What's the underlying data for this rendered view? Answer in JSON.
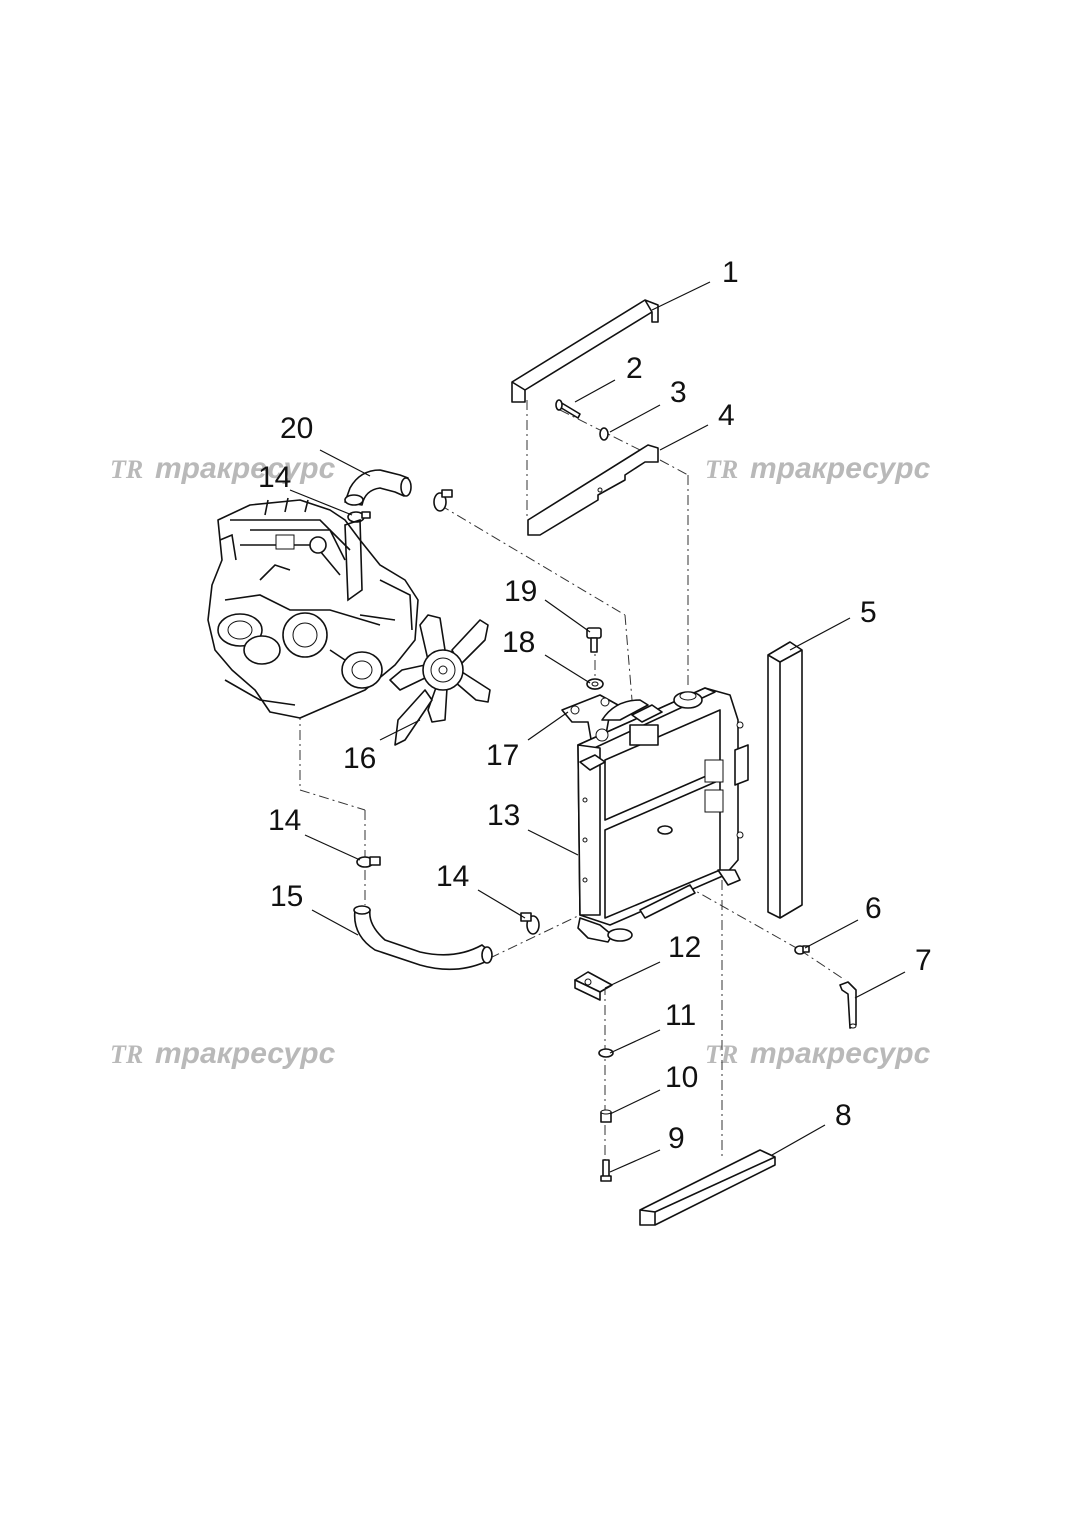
{
  "watermark": {
    "logo": "TR",
    "text": "тракресурс",
    "color": "#b9b9b9"
  },
  "labels": {
    "p1": "1",
    "p2": "2",
    "p3": "3",
    "p4": "4",
    "p5": "5",
    "p6": "6",
    "p7": "7",
    "p8": "8",
    "p9": "9",
    "p10": "10",
    "p11": "11",
    "p12": "12",
    "p13": "13",
    "p14": "14",
    "p15": "15",
    "p16": "16",
    "p17": "17",
    "p18": "18",
    "p19": "19",
    "p20": "20"
  }
}
